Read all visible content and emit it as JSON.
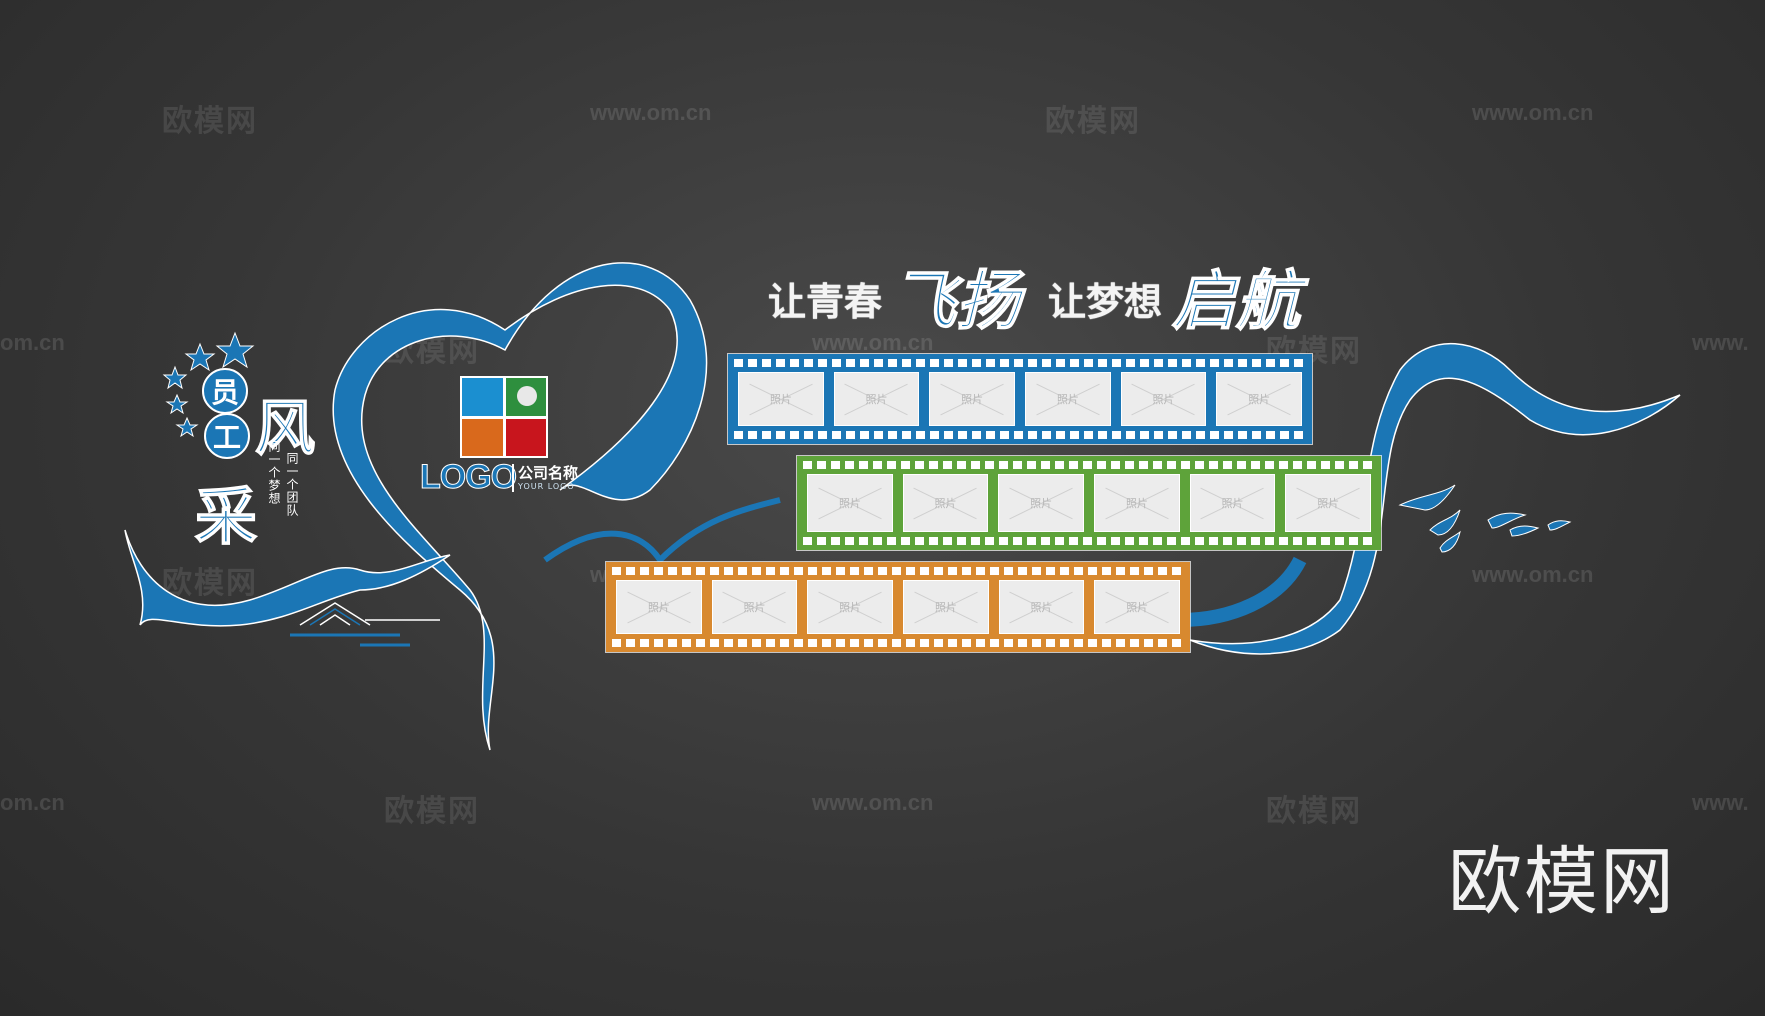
{
  "watermarks": {
    "cn": "欧模网",
    "url": "www.om.cn",
    "partial_url": "om.cn",
    "partial_url_left": "www."
  },
  "corner_logo": "欧模网",
  "headline": {
    "part1": "让青春",
    "part1_emphasis": "飞扬",
    "part2": "让梦想",
    "part2_emphasis": "启航"
  },
  "side_title": {
    "char1": "员",
    "char2": "工",
    "char3": "风",
    "char4": "采",
    "sub1": "同一个梦想",
    "sub2": "同一个团队"
  },
  "logo": {
    "text": "LOGO",
    "company_name": "公司名称",
    "company_en": "YOUR LOGO"
  },
  "filmstrips": [
    {
      "color": "#1b76b5",
      "photos": [
        "照片",
        "照片",
        "照片",
        "照片",
        "照片",
        "照片"
      ]
    },
    {
      "color": "#5ea33a",
      "photos": [
        "照片",
        "照片",
        "照片",
        "照片",
        "照片",
        "照片"
      ]
    },
    {
      "color": "#d8892f",
      "photos": [
        "照片",
        "照片",
        "照片",
        "照片",
        "照片",
        "照片"
      ]
    }
  ],
  "colors": {
    "ribbon_blue": "#1b76b5",
    "film_blue": "#1b76b5",
    "film_green": "#5ea33a",
    "film_orange": "#d8892f"
  }
}
